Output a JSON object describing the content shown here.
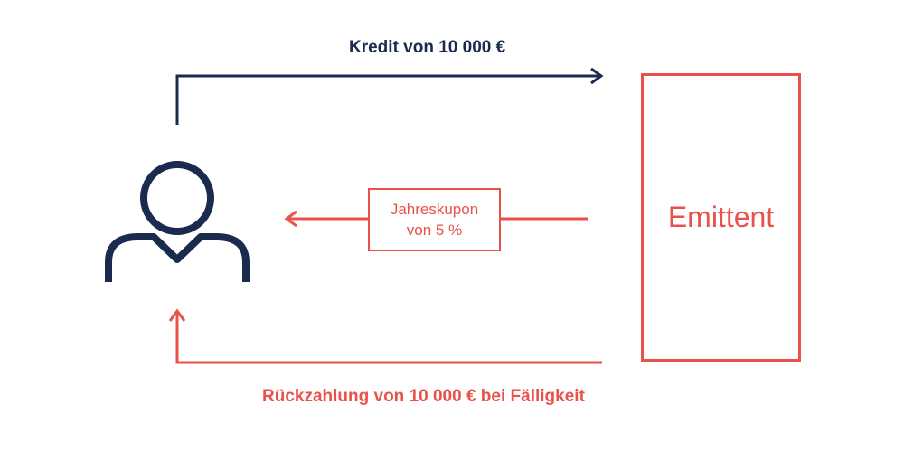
{
  "diagram": {
    "credit_label": "Kredit von 10 000 €",
    "coupon_line1": "Jahreskupon",
    "coupon_line2": "von 5 %",
    "issuer_label": "Emittent",
    "repayment_label": "Rückzahlung von 10 000 € bei Fälligkeit",
    "investor_icon": "user-icon",
    "colors": {
      "navy": "#1a2b4f",
      "red": "#e8524a",
      "background": "#ffffff"
    }
  }
}
